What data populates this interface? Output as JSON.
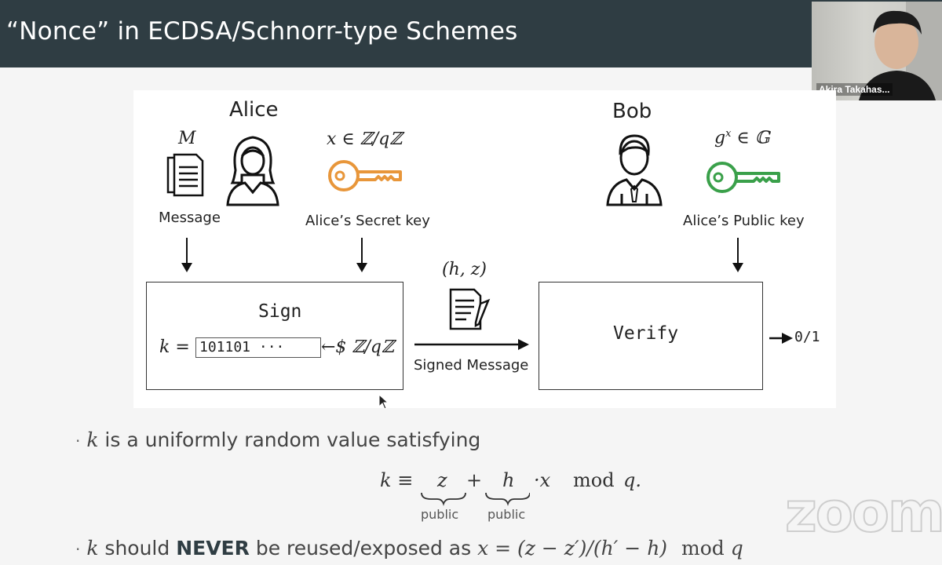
{
  "slide": {
    "title": "“Nonce” in ECDSA/Schnorr-type Schemes"
  },
  "video": {
    "participant_name": "Akira Takahas..."
  },
  "diagram": {
    "alice_name": "Alice",
    "bob_name": "Bob",
    "message_symbol": "M",
    "message_label": "Message",
    "secret_key_math": "x ∈ ℤ/qℤ",
    "secret_key_label": "Alice’s Secret key",
    "public_key_math_base": "g",
    "public_key_math_exp": "x",
    "public_key_math_rest": " ∈ 𝔾",
    "public_key_label": "Alice’s Public key",
    "signature_math": "(h, z)",
    "signed_message_label": "Signed Message",
    "sign_box": {
      "title": "Sign",
      "k_prefix": "k =",
      "k_value": "101101 ···",
      "k_sample": "←$ ℤ/qℤ"
    },
    "verify_box": {
      "title": "Verify",
      "output": "0/1"
    }
  },
  "bullets": {
    "b1_var": "k",
    "b1_text": " is a uniformly random value satisfying",
    "eq_k": "k",
    "eq_equiv": "≡",
    "eq_z": "z",
    "eq_plus": "+",
    "eq_h": "h",
    "eq_dot_x": "·x",
    "eq_mod": "mod",
    "eq_q": "q.",
    "under_z": "public",
    "under_h": "public",
    "b2_var": "k",
    "b2_text_1": " should ",
    "b2_never": "NEVER",
    "b2_text_2": " be reused/exposed as ",
    "b2_math": "x = (z − z′)/(h′ − h)",
    "b2_mod": "mod",
    "b2_q": "q"
  },
  "colors": {
    "title_bar": "#2f3d43",
    "secret_key": "#e8963a",
    "public_key": "#3aa04a"
  },
  "icons": {
    "alice": "woman-avatar-icon",
    "bob": "man-avatar-icon",
    "message": "document-icon",
    "secret_key": "key-icon",
    "public_key": "key-icon",
    "signature": "signed-document-icon"
  },
  "watermark": "zoom"
}
